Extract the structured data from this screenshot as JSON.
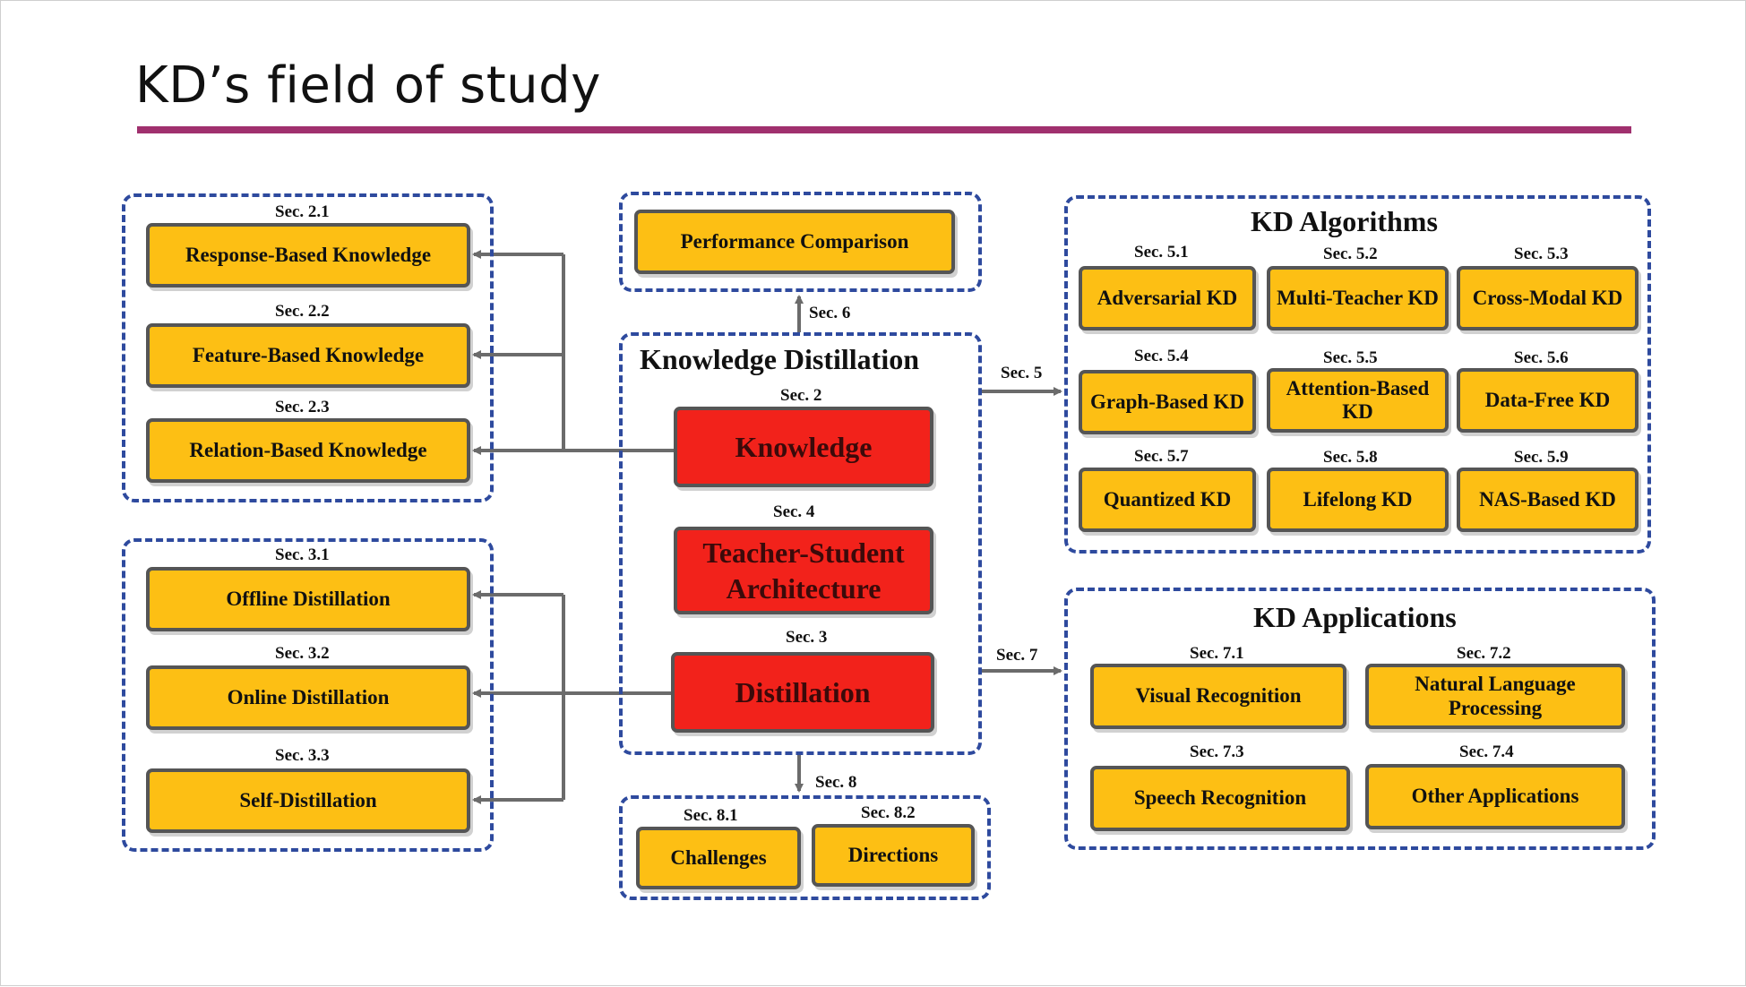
{
  "slide": {
    "title": "KD’s field of study"
  },
  "colors": {
    "title_rule": "#a0306e",
    "group_border": "#2e4a9e",
    "box_fill": "#fdbf14",
    "core_fill": "#f2221b",
    "connector": "#6b6b6b"
  },
  "knowledge_types": [
    {
      "sec": "Sec. 2.1",
      "label": "Response-Based Knowledge"
    },
    {
      "sec": "Sec. 2.2",
      "label": "Feature-Based Knowledge"
    },
    {
      "sec": "Sec. 2.3",
      "label": "Relation-Based Knowledge"
    }
  ],
  "distillation_schemes": [
    {
      "sec": "Sec. 3.1",
      "label": "Offline Distillation"
    },
    {
      "sec": "Sec. 3.2",
      "label": "Online Distillation"
    },
    {
      "sec": "Sec. 3.3",
      "label": "Self-Distillation"
    }
  ],
  "core": {
    "title": "Knowledge Distillation",
    "knowledge": {
      "sec": "Sec. 2",
      "label": "Knowledge"
    },
    "architecture": {
      "sec": "Sec. 4",
      "label": "Teacher-Student Architecture"
    },
    "distillation": {
      "sec": "Sec. 3",
      "label": "Distillation"
    }
  },
  "performance": {
    "sec": "Sec. 6",
    "label": "Performance Comparison"
  },
  "future": {
    "sec": "Sec. 8",
    "items": [
      {
        "sec": "Sec. 8.1",
        "label": "Challenges"
      },
      {
        "sec": "Sec. 8.2",
        "label": "Directions"
      }
    ]
  },
  "algorithms": {
    "title": "KD Algorithms",
    "link_sec": "Sec. 5",
    "items": [
      {
        "sec": "Sec. 5.1",
        "label": "Adversarial KD"
      },
      {
        "sec": "Sec. 5.2",
        "label": "Multi-Teacher KD"
      },
      {
        "sec": "Sec. 5.3",
        "label": "Cross-Modal KD"
      },
      {
        "sec": "Sec. 5.4",
        "label": "Graph-Based KD"
      },
      {
        "sec": "Sec. 5.5",
        "label": "Attention-Based KD"
      },
      {
        "sec": "Sec. 5.6",
        "label": "Data-Free KD"
      },
      {
        "sec": "Sec. 5.7",
        "label": "Quantized KD"
      },
      {
        "sec": "Sec. 5.8",
        "label": "Lifelong KD"
      },
      {
        "sec": "Sec. 5.9",
        "label": "NAS-Based KD"
      }
    ]
  },
  "applications": {
    "title": "KD Applications",
    "link_sec": "Sec. 7",
    "items": [
      {
        "sec": "Sec. 7.1",
        "label": "Visual Recognition"
      },
      {
        "sec": "Sec. 7.2",
        "label": "Natural Language Processing"
      },
      {
        "sec": "Sec. 7.3",
        "label": "Speech Recognition"
      },
      {
        "sec": "Sec. 7.4",
        "label": "Other Applications"
      }
    ]
  }
}
